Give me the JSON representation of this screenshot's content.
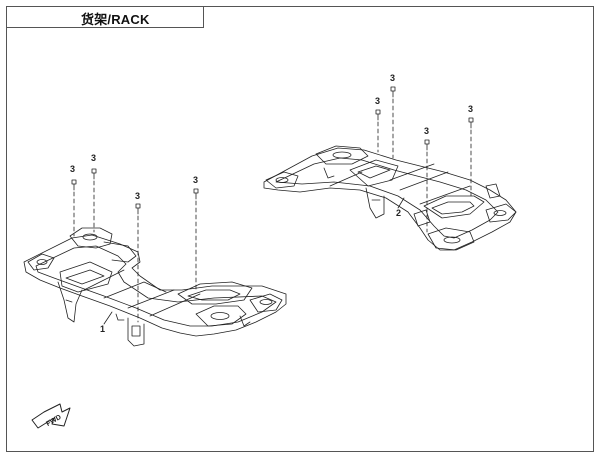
{
  "header": {
    "title": "货架/RACK"
  },
  "callouts": {
    "rack_1": "1",
    "rack_2": "2",
    "bolt": "3"
  },
  "fwd_label": "FWD",
  "colors": {
    "line": "#222222",
    "frame": "#555555",
    "background": "#ffffff"
  }
}
